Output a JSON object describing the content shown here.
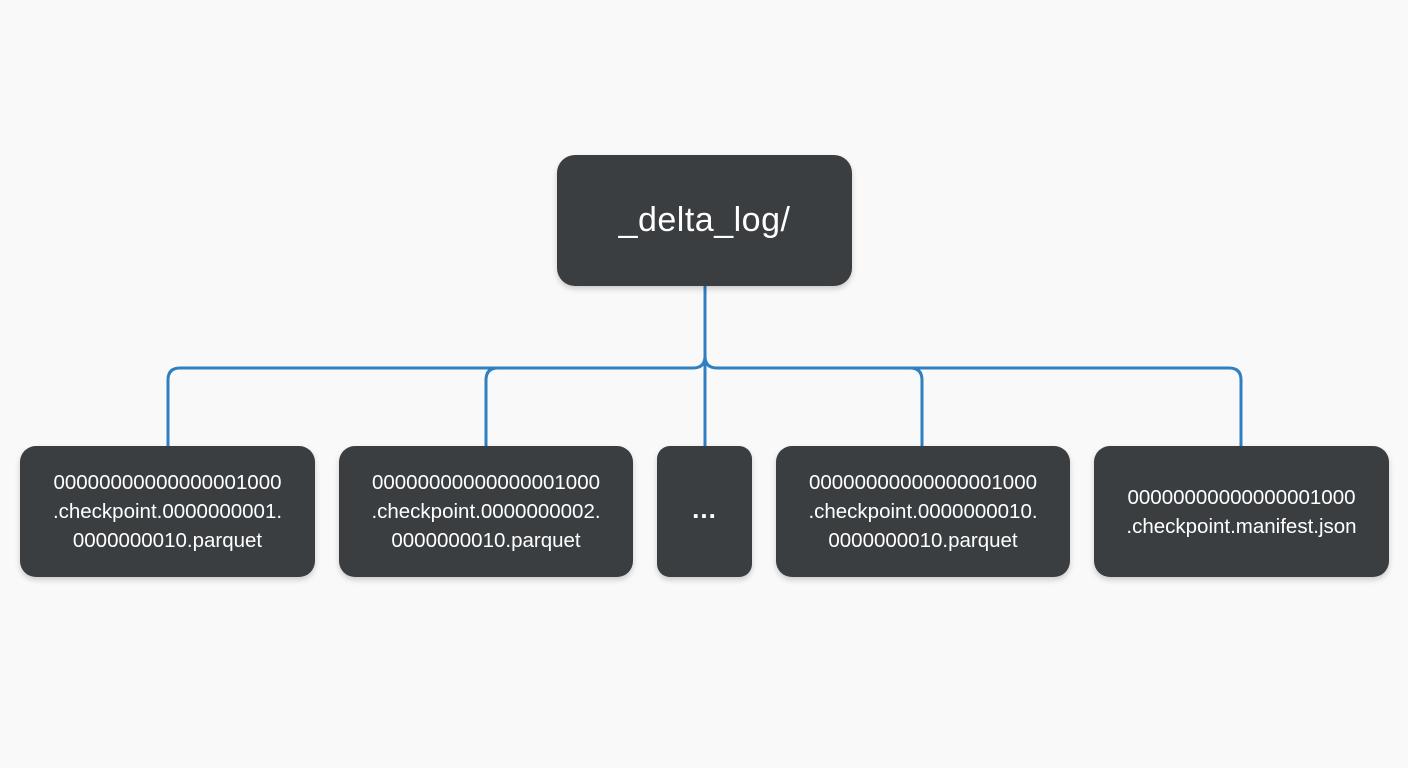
{
  "root": {
    "label": "_delta_log/"
  },
  "files": [
    {
      "lines": [
        "00000000000000001000",
        ".checkpoint.0000000001.",
        "0000000010.parquet"
      ]
    },
    {
      "lines": [
        "00000000000000001000",
        ".checkpoint.0000000002.",
        "0000000010.parquet"
      ]
    },
    {
      "lines": [
        "00000000000000001000",
        ".checkpoint.0000000010.",
        "0000000010.parquet"
      ]
    },
    {
      "lines": [
        "00000000000000001000",
        ".checkpoint.manifest.json"
      ]
    }
  ],
  "ellipsis": {
    "label": "..."
  },
  "colors": {
    "node_background": "#3a3e41",
    "node_text": "#ffffff",
    "connector": "#2f7fc1",
    "background": "#f9f9f9"
  }
}
